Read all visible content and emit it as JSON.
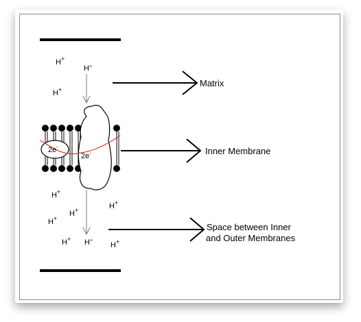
{
  "ion": {
    "h": "H",
    "plus": "+",
    "small_plus": "+"
  },
  "membrane": {
    "electron_left": "2e",
    "electron_right": "2e",
    "electron_sup": "-"
  },
  "labels": {
    "matrix": "Matrix",
    "inner_membrane": "Inner Membrane",
    "space_line1": "Space between Inner",
    "space_line2": "and Outer Membranes"
  },
  "colors": {
    "line": "#000000",
    "electron_path": "#e03a2a",
    "frame_border": "#888888"
  }
}
